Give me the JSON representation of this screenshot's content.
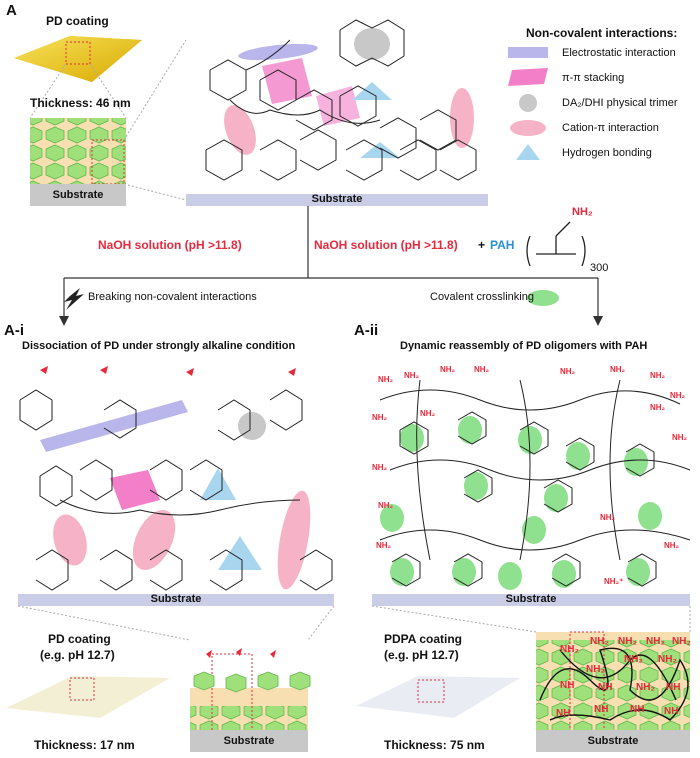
{
  "panel_labels": {
    "a": "A",
    "ai": "A-i",
    "aii": "A-ii"
  },
  "top": {
    "coating_title": "PD coating",
    "thickness": "Thickness: 46 nm",
    "substrate": "Substrate",
    "molecule_substrate": "Substrate"
  },
  "legend": {
    "title": "Non-covalent interactions:",
    "items": [
      {
        "label": "Electrostatic interaction",
        "color": "#b8b6ea",
        "shape": "rect"
      },
      {
        "label": "π-π stacking",
        "color": "#f27fc8",
        "shape": "rect"
      },
      {
        "label": "DA₂/DHI physical trimer",
        "color": "#c8c8c8",
        "shape": "circle"
      },
      {
        "label": "Cation-π interaction",
        "color": "#f6b3c8",
        "shape": "ellipse"
      },
      {
        "label": "Hydrogen bonding",
        "color": "#a9d6ef",
        "shape": "triangle"
      }
    ]
  },
  "middle": {
    "left_condition": "NaOH solution (pH >11.8)",
    "right_condition": "NaOH solution (pH >11.8)",
    "plus": "+",
    "pah": "PAH",
    "nh2": "NH₂",
    "subscript": "300"
  },
  "branches": {
    "left_note": "Breaking non-covalent interactions",
    "right_note": "Covalent crosslinking",
    "crosslink_color": "#8fe08f"
  },
  "ai": {
    "title": "Dissociation of PD under strongly alkaline condition",
    "substrate": "Substrate",
    "coating_title_1": "PD coating",
    "coating_title_2": "(e.g. pH 12.7)",
    "thickness": "Thickness: 17 nm",
    "bottom_substrate": "Substrate"
  },
  "aii": {
    "title": "Dynamic reassembly of PD oligomers with PAH",
    "substrate": "Substrate",
    "coating_title_1": "PDPA coating",
    "coating_title_2": "(e.g. pH 12.7)",
    "thickness": "Thickness: 75 nm",
    "bottom_substrate": "Substrate"
  }
}
